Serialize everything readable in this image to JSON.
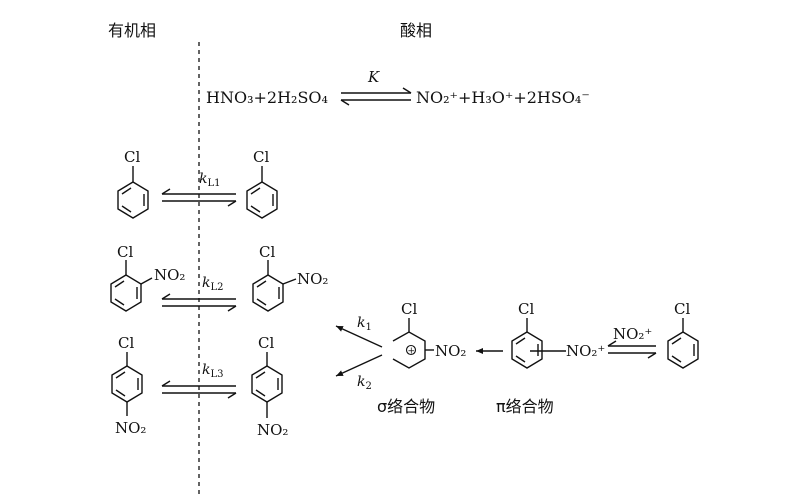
{
  "phases": {
    "organic": "有机相",
    "acid": "酸相"
  },
  "equilibrium": {
    "left": "HNO₃+2H₂SO₄",
    "constant": "K",
    "right": "NO₂⁺+H₃O⁺+2HSO₄⁻"
  },
  "rate_constants": {
    "kL1_base": "k",
    "kL1_sub": "L1",
    "kL2_base": "k",
    "kL2_sub": "L2",
    "kL3_base": "k",
    "kL3_sub": "L3",
    "k1_base": "k",
    "k1_sub": "1",
    "k2_base": "k",
    "k2_sub": "2"
  },
  "substituents": {
    "cl": "Cl",
    "no2": "NO₂",
    "no2_plus": "NO₂⁺"
  },
  "complexes": {
    "sigma": "σ络合物",
    "pi": "π络合物"
  }
}
